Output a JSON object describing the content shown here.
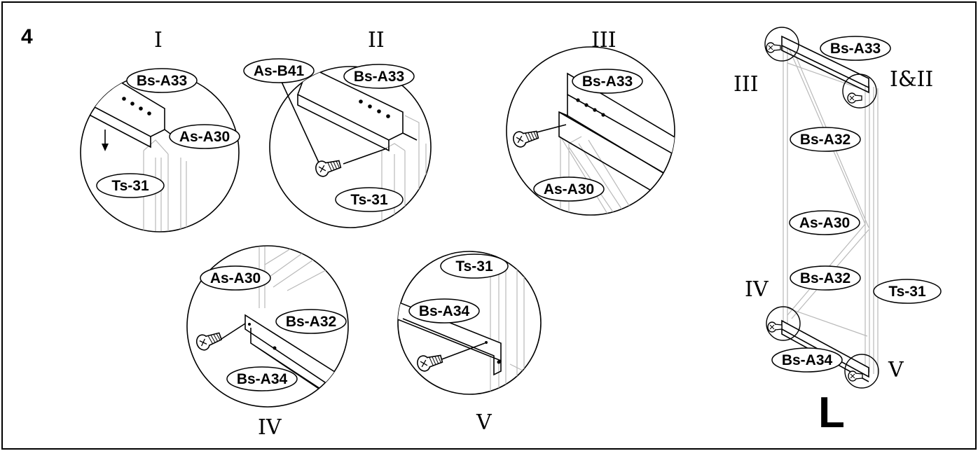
{
  "step_number": "4",
  "detail_views": [
    {
      "id": "I",
      "title": "I",
      "labels": [
        "Bs-A33",
        "As-A30",
        "Ts-31"
      ]
    },
    {
      "id": "II",
      "title": "II",
      "labels": [
        "As-B41",
        "Bs-A33",
        "Ts-31"
      ]
    },
    {
      "id": "III",
      "title": "III",
      "labels": [
        "Bs-A33",
        "As-A30"
      ]
    },
    {
      "id": "IV",
      "title": "IV",
      "labels": [
        "As-A30",
        "Bs-A32",
        "Bs-A34"
      ]
    },
    {
      "id": "V",
      "title": "V",
      "labels": [
        "Ts-31",
        "Bs-A34"
      ]
    }
  ],
  "overview": {
    "callouts": {
      "top_left": "III",
      "top_right": "I&II",
      "bottom_left": "IV",
      "bottom_right": "V"
    },
    "labels": [
      "Bs-A33",
      "Bs-A32",
      "As-A30",
      "Bs-A32",
      "Ts-31",
      "Bs-A34"
    ],
    "side_letter": "L"
  }
}
